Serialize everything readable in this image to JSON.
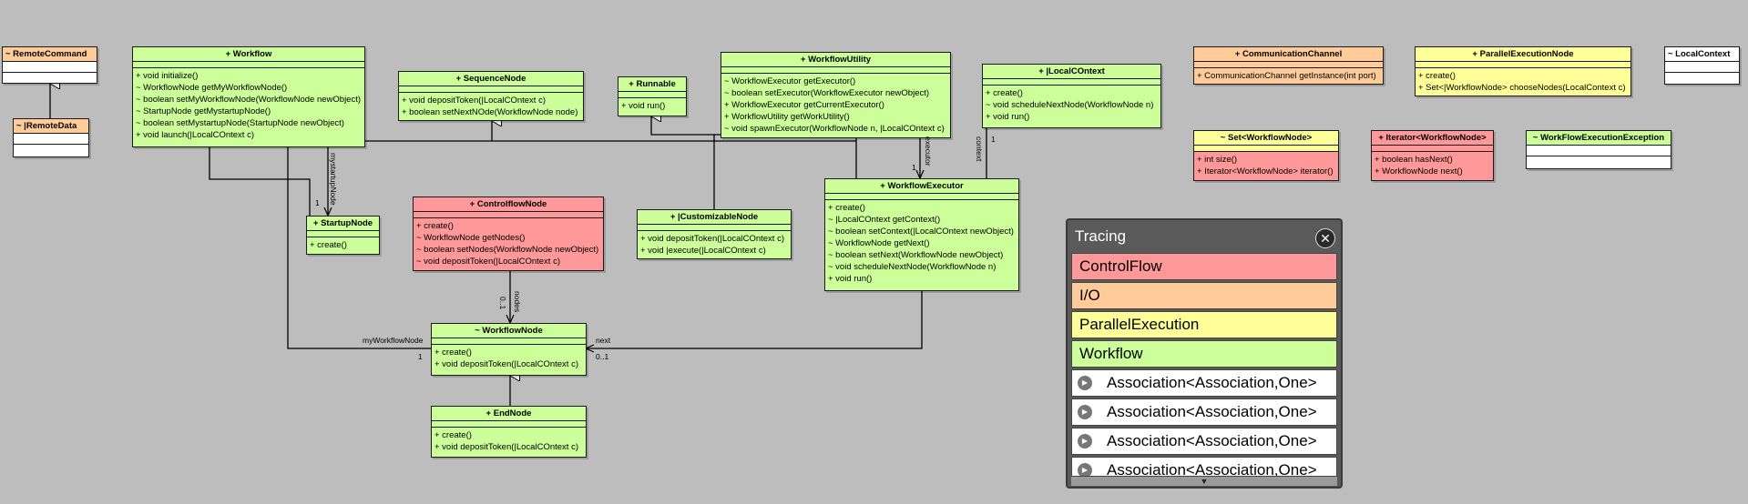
{
  "classes": {
    "remote_command": {
      "name": "~ RemoteCommand",
      "methods": []
    },
    "remote_data": {
      "name": "~ |RemoteData",
      "methods": []
    },
    "workflow": {
      "name": "+ Workflow",
      "methods": [
        "+ void initialize()",
        "~ WorkflowNode getMyWorkflowNode()",
        "~ boolean setMyWorkflowNode(WorkflowNode newObject)",
        "~ StartupNode getMystartupNode()",
        "~ boolean setMystartupNode(StartupNode newObject)",
        "+ void launch(|LocalCOntext c)"
      ]
    },
    "sequence_node": {
      "name": "+ SequenceNode",
      "methods": [
        "+ void depositToken(|LocalCOntext c)",
        "+ boolean setNextNOde(WorkflowNode node)"
      ]
    },
    "runnable": {
      "name": "+ Runnable",
      "methods": [
        "+ void run()"
      ]
    },
    "workflow_utility": {
      "name": "+ WorkflowUtility",
      "methods": [
        "~ WorkflowExecutor getExecutor()",
        "~ boolean setExecutor(WorkflowExecutor newObject)",
        "+ WorkflowExecutor getCurrentExecutor()",
        "+ WorkflowUtility getWorkUtility()",
        "~ void spawnExecutor(WorkflowNode n, |LocalCOntext c)"
      ]
    },
    "local_context_i": {
      "name": "+ |LocalCOntext",
      "methods": [
        "+ create()",
        "~ void scheduleNextNode(WorkflowNode n)",
        "+ void run()"
      ]
    },
    "communication_channel": {
      "name": "+ CommunicationChannel",
      "methods": [
        "+ CommunicationChannel getInstance(int port)"
      ]
    },
    "parallel_execution_node": {
      "name": "+ ParallelExecutionNode",
      "methods": [
        "+ create()",
        "+ Set<|WorkflowNode> chooseNodes(LocalContext c)"
      ]
    },
    "local_context": {
      "name": "~ LocalContext",
      "methods": []
    },
    "set_workflow_node": {
      "name": "~ Set<WorkflowNode>",
      "methods": [
        "+ int size()",
        "+ Iterator<WorkflowNode> iterator()"
      ]
    },
    "iterator_workflow_node": {
      "name": "+ Iterator<WorkflowNode>",
      "methods": [
        "+ boolean hasNext()",
        "+ WorkflowNode next()"
      ]
    },
    "workflow_execution_exception": {
      "name": "~ WorkFlowExecutionException",
      "methods": []
    },
    "startup_node": {
      "name": "+ StartupNode",
      "methods": [
        "+ create()"
      ]
    },
    "controlflow_node": {
      "name": "+ ControlflowNode",
      "methods": [
        "+ create()",
        "~ WorkflowNode getNodes()",
        "~ boolean setNodes(WorkflowNode newObject)",
        "~ void depositToken(|LocalCOntext c)"
      ]
    },
    "customizable_node": {
      "name": "+ |CustomizableNode",
      "methods": [
        "+ void depositToken(|LocalCOntext c)",
        "+ void |execute(|LocalCOntext c)"
      ]
    },
    "workflow_executor": {
      "name": "+ WorkflowExecutor",
      "methods": [
        "+ create()",
        "~ |LocalCOntext getContext()",
        "~ boolean setContext(|LocalCOntext newObject)",
        "~ WorkflowNode getNext()",
        "~ boolean setNext(WorkflowNode newObject)",
        "~ void scheduleNextNode(WorkflowNode n)",
        "+ void run()"
      ]
    },
    "workflow_node": {
      "name": "~ WorkflowNode",
      "methods": [
        "+ create()",
        "+ void depositToken(|LocalCOntext c)"
      ]
    },
    "end_node": {
      "name": "+ EndNode",
      "methods": [
        "+ create()",
        "+ void depositToken(|LocalCOntext c)"
      ]
    }
  },
  "labels": {
    "mystartupnode": "mystartupNode",
    "one_startup": "1",
    "my_workflow_node": "myWorkflowNode",
    "one_wfnode": "1",
    "next": "next",
    "zero_one_next": "0..1",
    "nodes": "nodes",
    "zero_one_nodes": "0..1",
    "executor": "executor",
    "one_executor": "1",
    "context": "context",
    "one_context": "1"
  },
  "tracing": {
    "title": "Tracing",
    "close_glyph": "✕",
    "categories": [
      {
        "label": "ControlFlow",
        "color": "#ff9999"
      },
      {
        "label": "I/O",
        "color": "#ffcc99"
      },
      {
        "label": "ParallelExecution",
        "color": "#ffff99"
      },
      {
        "label": "Workflow",
        "color": "#ccff99"
      }
    ],
    "associations": [
      "Association<Association,One>",
      "Association<Association,One>",
      "Association<Association,One>",
      "Association<Association,One>"
    ],
    "play_icon": "▶",
    "scroll_glyph": "▼"
  }
}
